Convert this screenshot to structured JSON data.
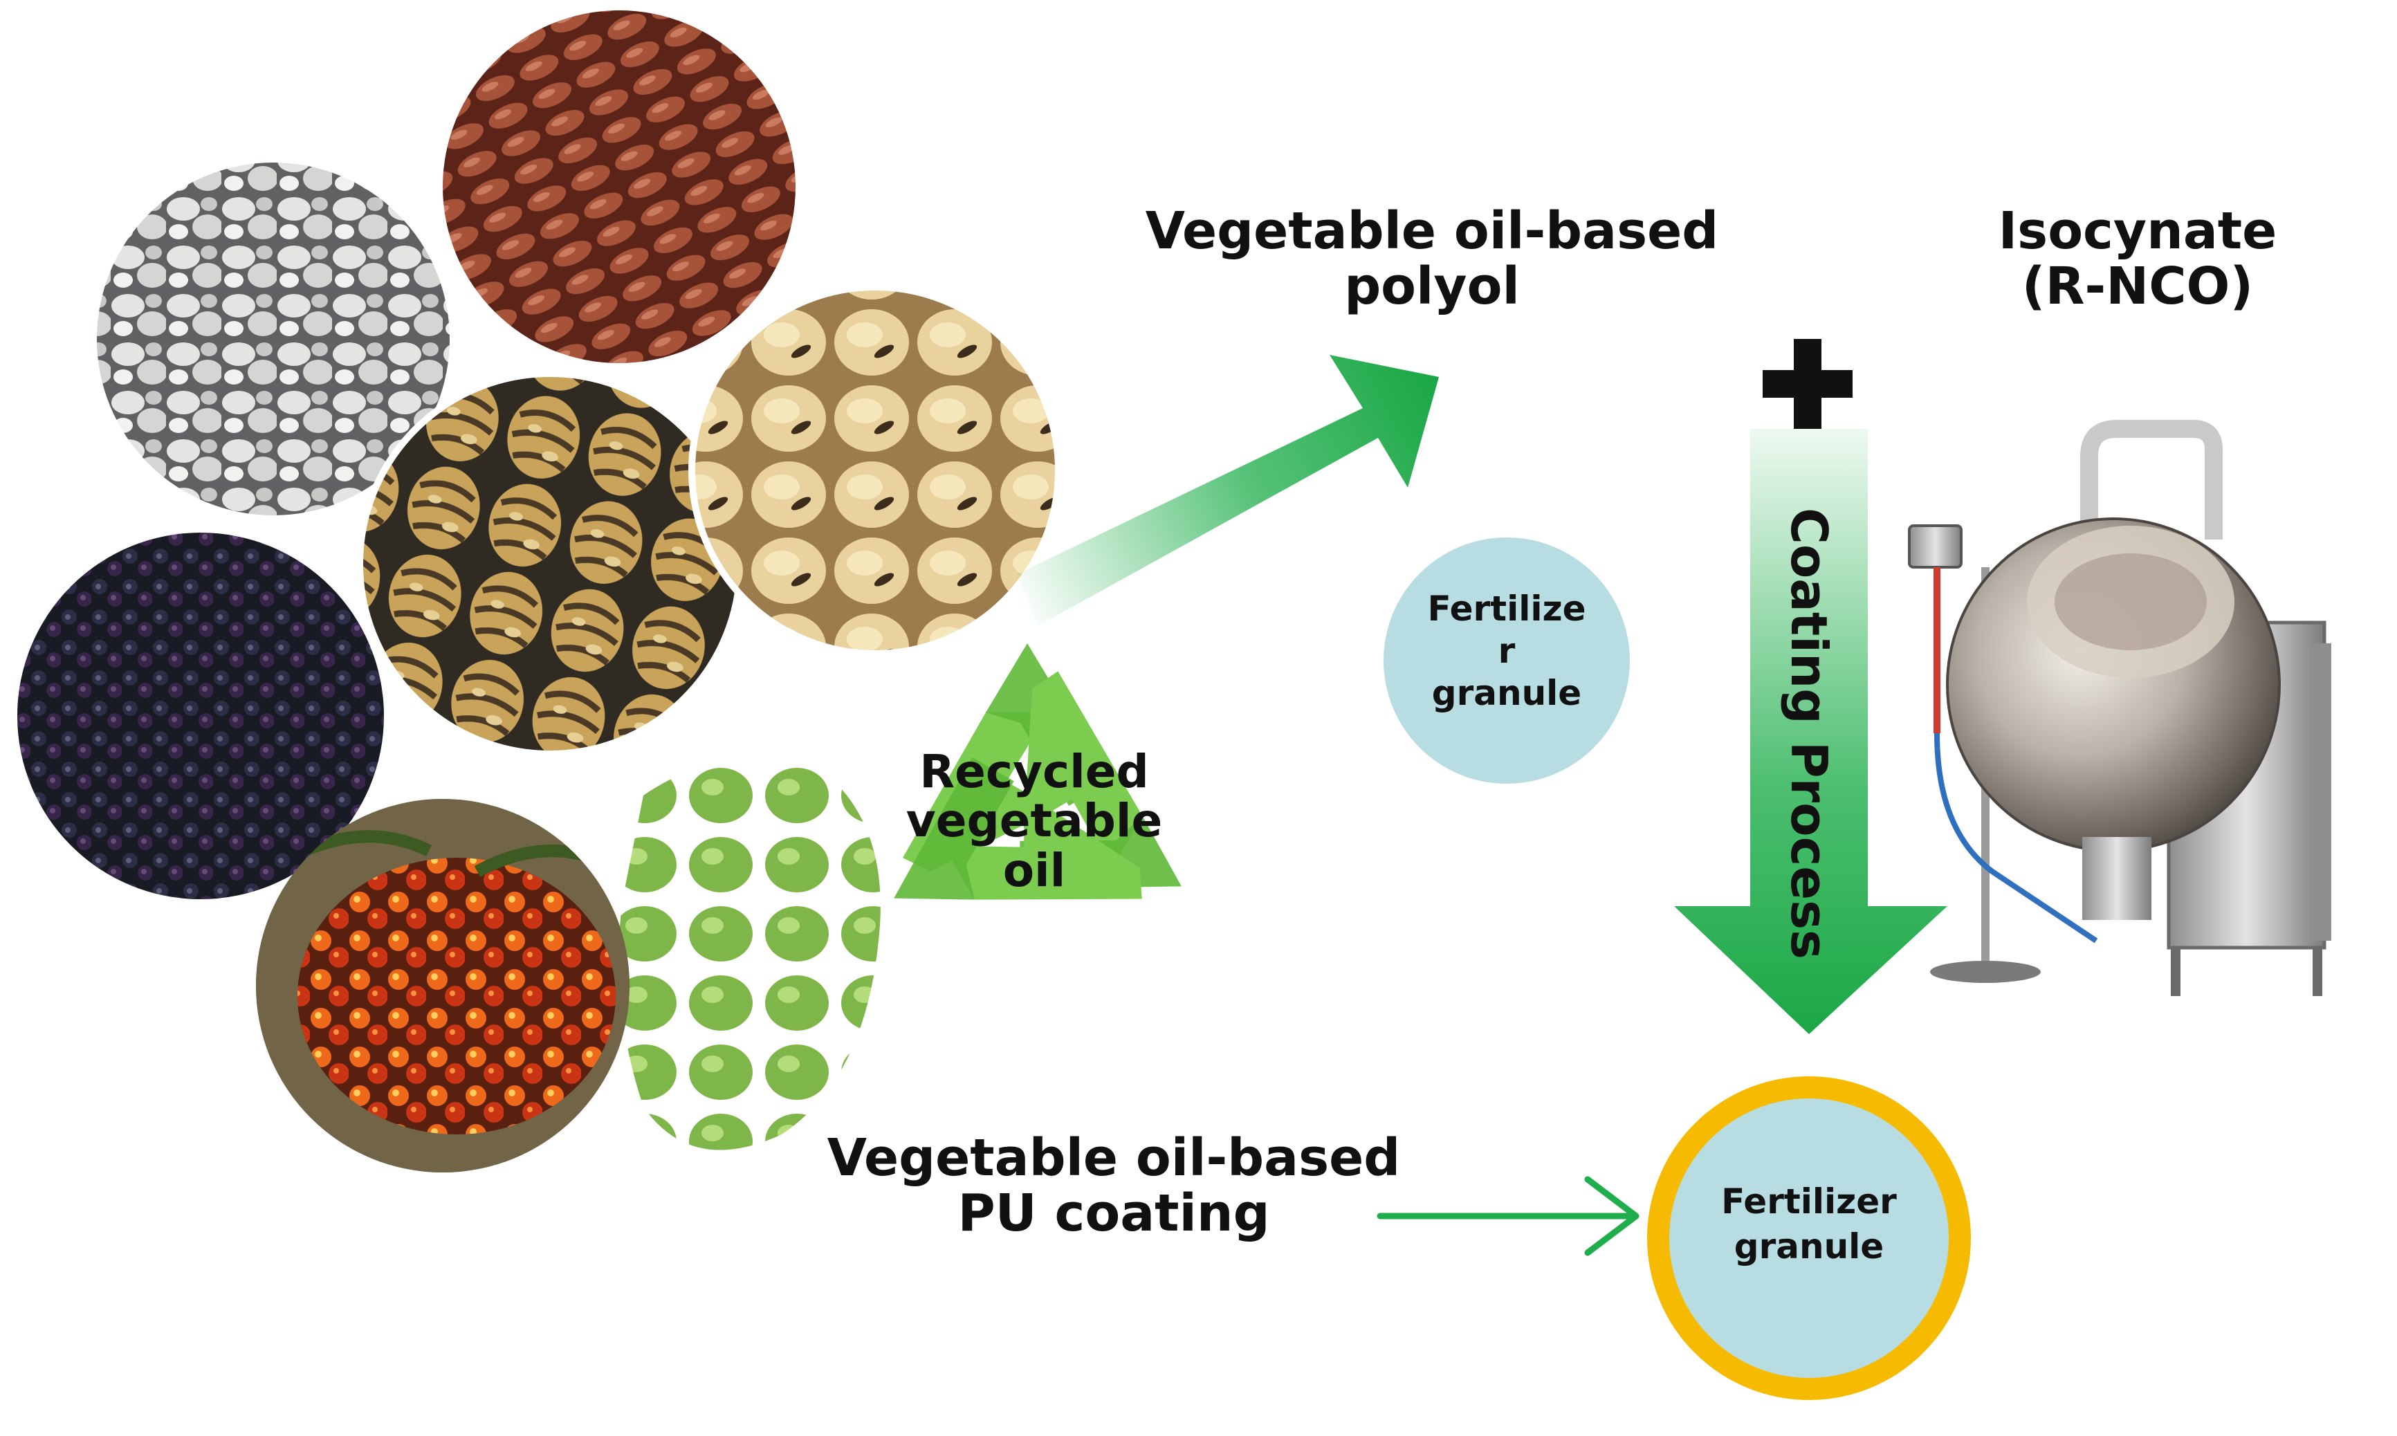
{
  "labels": {
    "polyol": {
      "line1": "Vegetable oil-based",
      "line2": "polyol"
    },
    "isocyanate": {
      "line1": "Isocynate",
      "line2": "(R-NCO)"
    },
    "recycled": {
      "line1": "Recycled",
      "line2": "vegetable",
      "line3": "oil"
    },
    "granule_plain": {
      "line1": "Fertilize",
      "line2": "r",
      "line3": "granule"
    },
    "coating_process": "Coating Process",
    "pu_coating": {
      "line1": "Vegetable oil-based",
      "line2": "PU coating"
    },
    "granule_coated": {
      "line1": "Fertilizer",
      "line2": "granule"
    }
  },
  "oil_sources": [
    "flaxseed",
    "cottonseed",
    "castor-bean",
    "soybean",
    "rapeseed",
    "oil-palm-fruit",
    "olive"
  ],
  "colors": {
    "arrow_green": "#1fae4b",
    "recycle_green": "#7ccc4f",
    "granule_fill": "#b7dde2",
    "coating_ring": "#f6bb00",
    "text": "#111111"
  }
}
